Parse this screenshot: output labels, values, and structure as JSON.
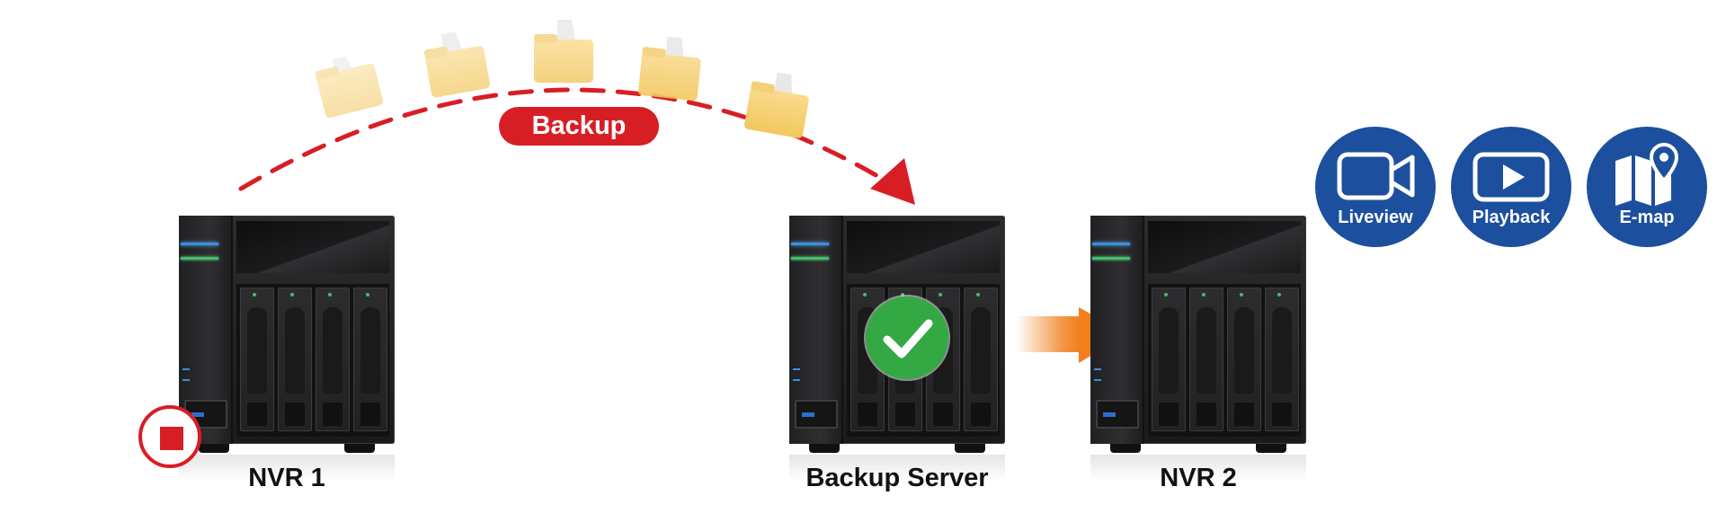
{
  "backup_label": "Backup",
  "devices": {
    "nvr1": {
      "label": "NVR 1",
      "status": "stop-icon"
    },
    "backup_server": {
      "label": "Backup Server",
      "status": "check-icon"
    },
    "nvr2": {
      "label": "NVR 2"
    }
  },
  "features": [
    {
      "label": "Liveview",
      "icon": "video-camera-icon"
    },
    {
      "label": "Playback",
      "icon": "play-icon"
    },
    {
      "label": "E-map",
      "icon": "map-pin-icon"
    }
  ],
  "colors": {
    "backup_red": "#d81e25",
    "feature_blue": "#1c4f9e",
    "check_green": "#34a843",
    "transfer_orange": "#f07f1c",
    "folder_yellow": "#f6d27a"
  }
}
